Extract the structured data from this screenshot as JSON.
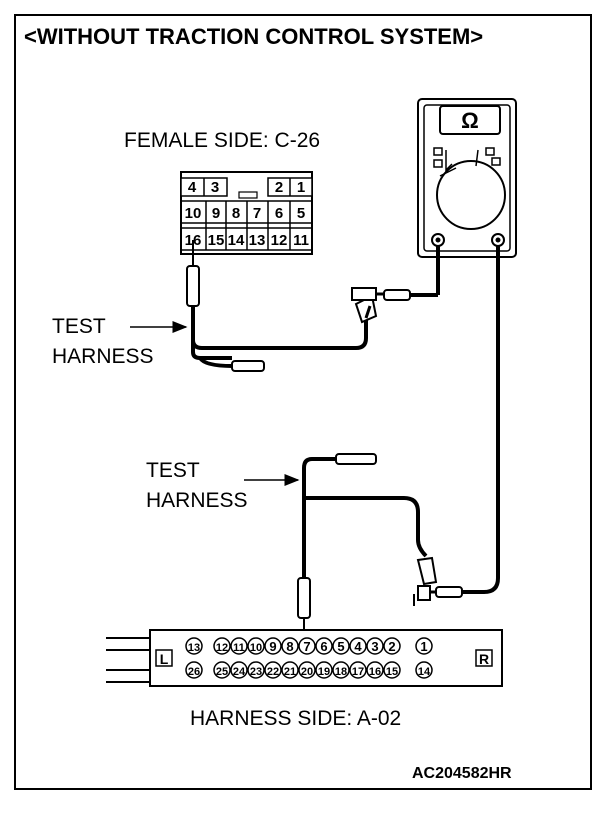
{
  "title": "<WITHOUT TRACTION CONTROL SYSTEM>",
  "female_side_label": "FEMALE SIDE: C-26",
  "harness_side_label": "HARNESS SIDE: A-02",
  "test_harness_label_1": [
    "TEST",
    "HARNESS"
  ],
  "test_harness_label_2": [
    "TEST",
    "HARNESS"
  ],
  "figure_code": "AC204582HR",
  "ohmmeter_symbol": "Ω",
  "female_connector": {
    "top_row_left": [
      "4",
      "3"
    ],
    "top_row_right": [
      "2",
      "1"
    ],
    "middle_row": [
      "10",
      "9",
      "8",
      "7",
      "6",
      "5"
    ],
    "bottom_row": [
      "16",
      "15",
      "14",
      "13",
      "12",
      "11"
    ]
  },
  "harness_connector": {
    "left_marker": "L",
    "right_marker": "R",
    "top_row": [
      "13",
      "12",
      "11",
      "10",
      "9",
      "8",
      "7",
      "6",
      "5",
      "4",
      "3",
      "2",
      "1"
    ],
    "bottom_row": [
      "26",
      "25",
      "24",
      "23",
      "22",
      "21",
      "20",
      "19",
      "18",
      "17",
      "16",
      "15",
      "14"
    ]
  },
  "colors": {
    "line": "#000000",
    "background": "#ffffff"
  }
}
